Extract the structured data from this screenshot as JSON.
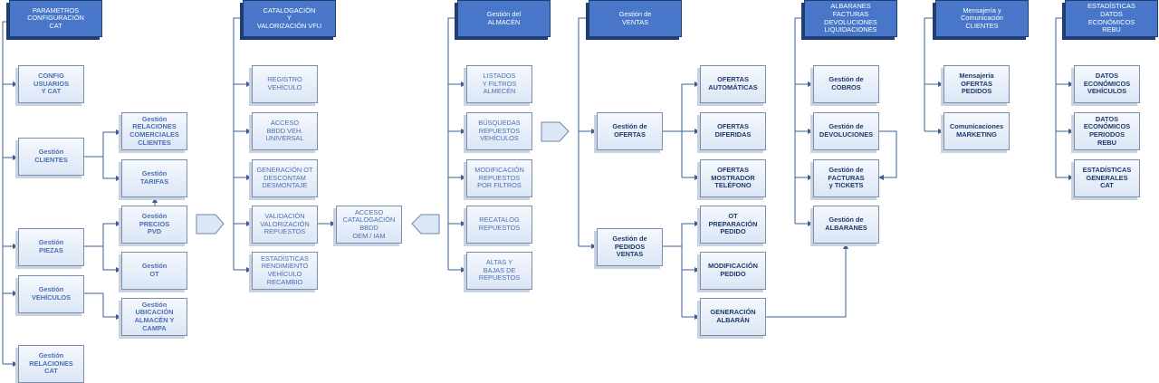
{
  "colors": {
    "header_fill": "#4877c9",
    "header_border": "#1f3d73",
    "box_fill": "#e6eef9",
    "line": "#3f5f96",
    "dark_text": "#1d3a6e",
    "light_text": "#4a6fb6"
  },
  "headers": {
    "h1": "PARAMETROS\nCONFIGURACIÓN\nCAT",
    "h2": "CATALOGACIÓN\nY\nVALORIZACIÓN VFU",
    "h3": "Gestión del\nALMACÉN",
    "h4": "Gestión de\nVENTAS",
    "h5": "ALBARANES\nFACTURAS\nDEVOLUCIONES\nLIQUIDACIONES",
    "h6": "Mensajería y\nComunicación\nCLIENTES",
    "h7": "ESTADÍSTICAS\nDATOS\nECONÓMICOS\nREBU"
  },
  "boxes": {
    "config_usuarios": "CONFIG\nUSUARIOS\nY CAT",
    "gestion_clientes": "Gestión\nCLIENTES",
    "gestion_piezas": "Gestión\nPIEZAS",
    "gestion_vehiculos": "Gestión\nVEHÍCULOS",
    "gestion_relaciones_cat": "Gestión\nRELACIONES\nCAT",
    "relaciones_comerciales": "Gestión\nRELACIONES\nCOMERCIALES\nCLIENTES",
    "tarifas": "Gestión\nTARIFAS",
    "precios_pvd": "Gestión\nPRECIOS\nPVD",
    "gestion_ot": "Gestión\nOT",
    "ubicacion": "Gestión\nUBICACIÓN\nALMACÉN Y\nCAMPA",
    "registro_vehiculo": "REGISTRO\nVEHÍCULO",
    "acceso_bbdd": "ACCESO\nBBDD VEH.\nUNIVERSAL",
    "generacion_ot": "GENERACIÓN OT\nDESCONTAM\nDESMONTAJE",
    "validacion": "VALIDACIÓN\nVALORIZACIÓN\nREPUESTOS",
    "estadisticas_rend": "ESTADÍSTICAS\nRENDIMIENTO\nVEHÍCULO\nRECAMBIO",
    "acceso_catalogacion": "ACCESO\nCATALOGACIÓN\nBBDD\nOEM / IAM",
    "listados": "LISTADOS\nY FILTROS\nALMECÉN",
    "busquedas": "BÚSQUEDAS\nREPUESTOS\nVEHÍCULOS",
    "modificacion_rep": "MODIFICACIÓN\nREPUESTOS\nPOR FILTROS",
    "recatalog": "RECATALOG\nREPUESTOS",
    "altas_bajas": "ALTAS Y\nBAJAS DE\nREPUESTOS",
    "gestion_ofertas": "Gestión de\nOFERTAS",
    "gestion_pedidos": "Gestión de\nPEDIDOS\nVENTAS",
    "ofertas_auto": "OFERTAS\nAUTOMÁTICAS",
    "ofertas_dif": "OFERTAS\nDIFERIDAS",
    "ofertas_most": "OFERTAS\nMOSTRADOR\nTELÉFONO",
    "ot_preparacion": "OT\nPREPARACIÓN\nPEDIDO",
    "modificacion_ped": "MODIFICACIÓN\nPEDIDO",
    "generacion_alb": "GENERACIÓN\nALBARÁN",
    "cobros": "Gestión de\nCOBROS",
    "devoluciones": "Gestión de\nDEVOLUCIONES",
    "facturas": "Gestión de\nFACTURAS\ny TICKETS",
    "albaranes": "Gestión de\nALBARANES",
    "mensajeria": "Mensajería\nOFERTAS\nPEDIDOS",
    "comunicaciones": "Comunicaciones\nMARKETING",
    "datos_vehiculos": "DATOS\nECONÓMICOS\nVEHÍCULOS",
    "datos_periodos": "DATOS\nECONÓMICOS\nPERIODOS\nREBU",
    "estadisticas_gen": "ESTADÍSTICAS\nGENERALES\nCAT"
  }
}
